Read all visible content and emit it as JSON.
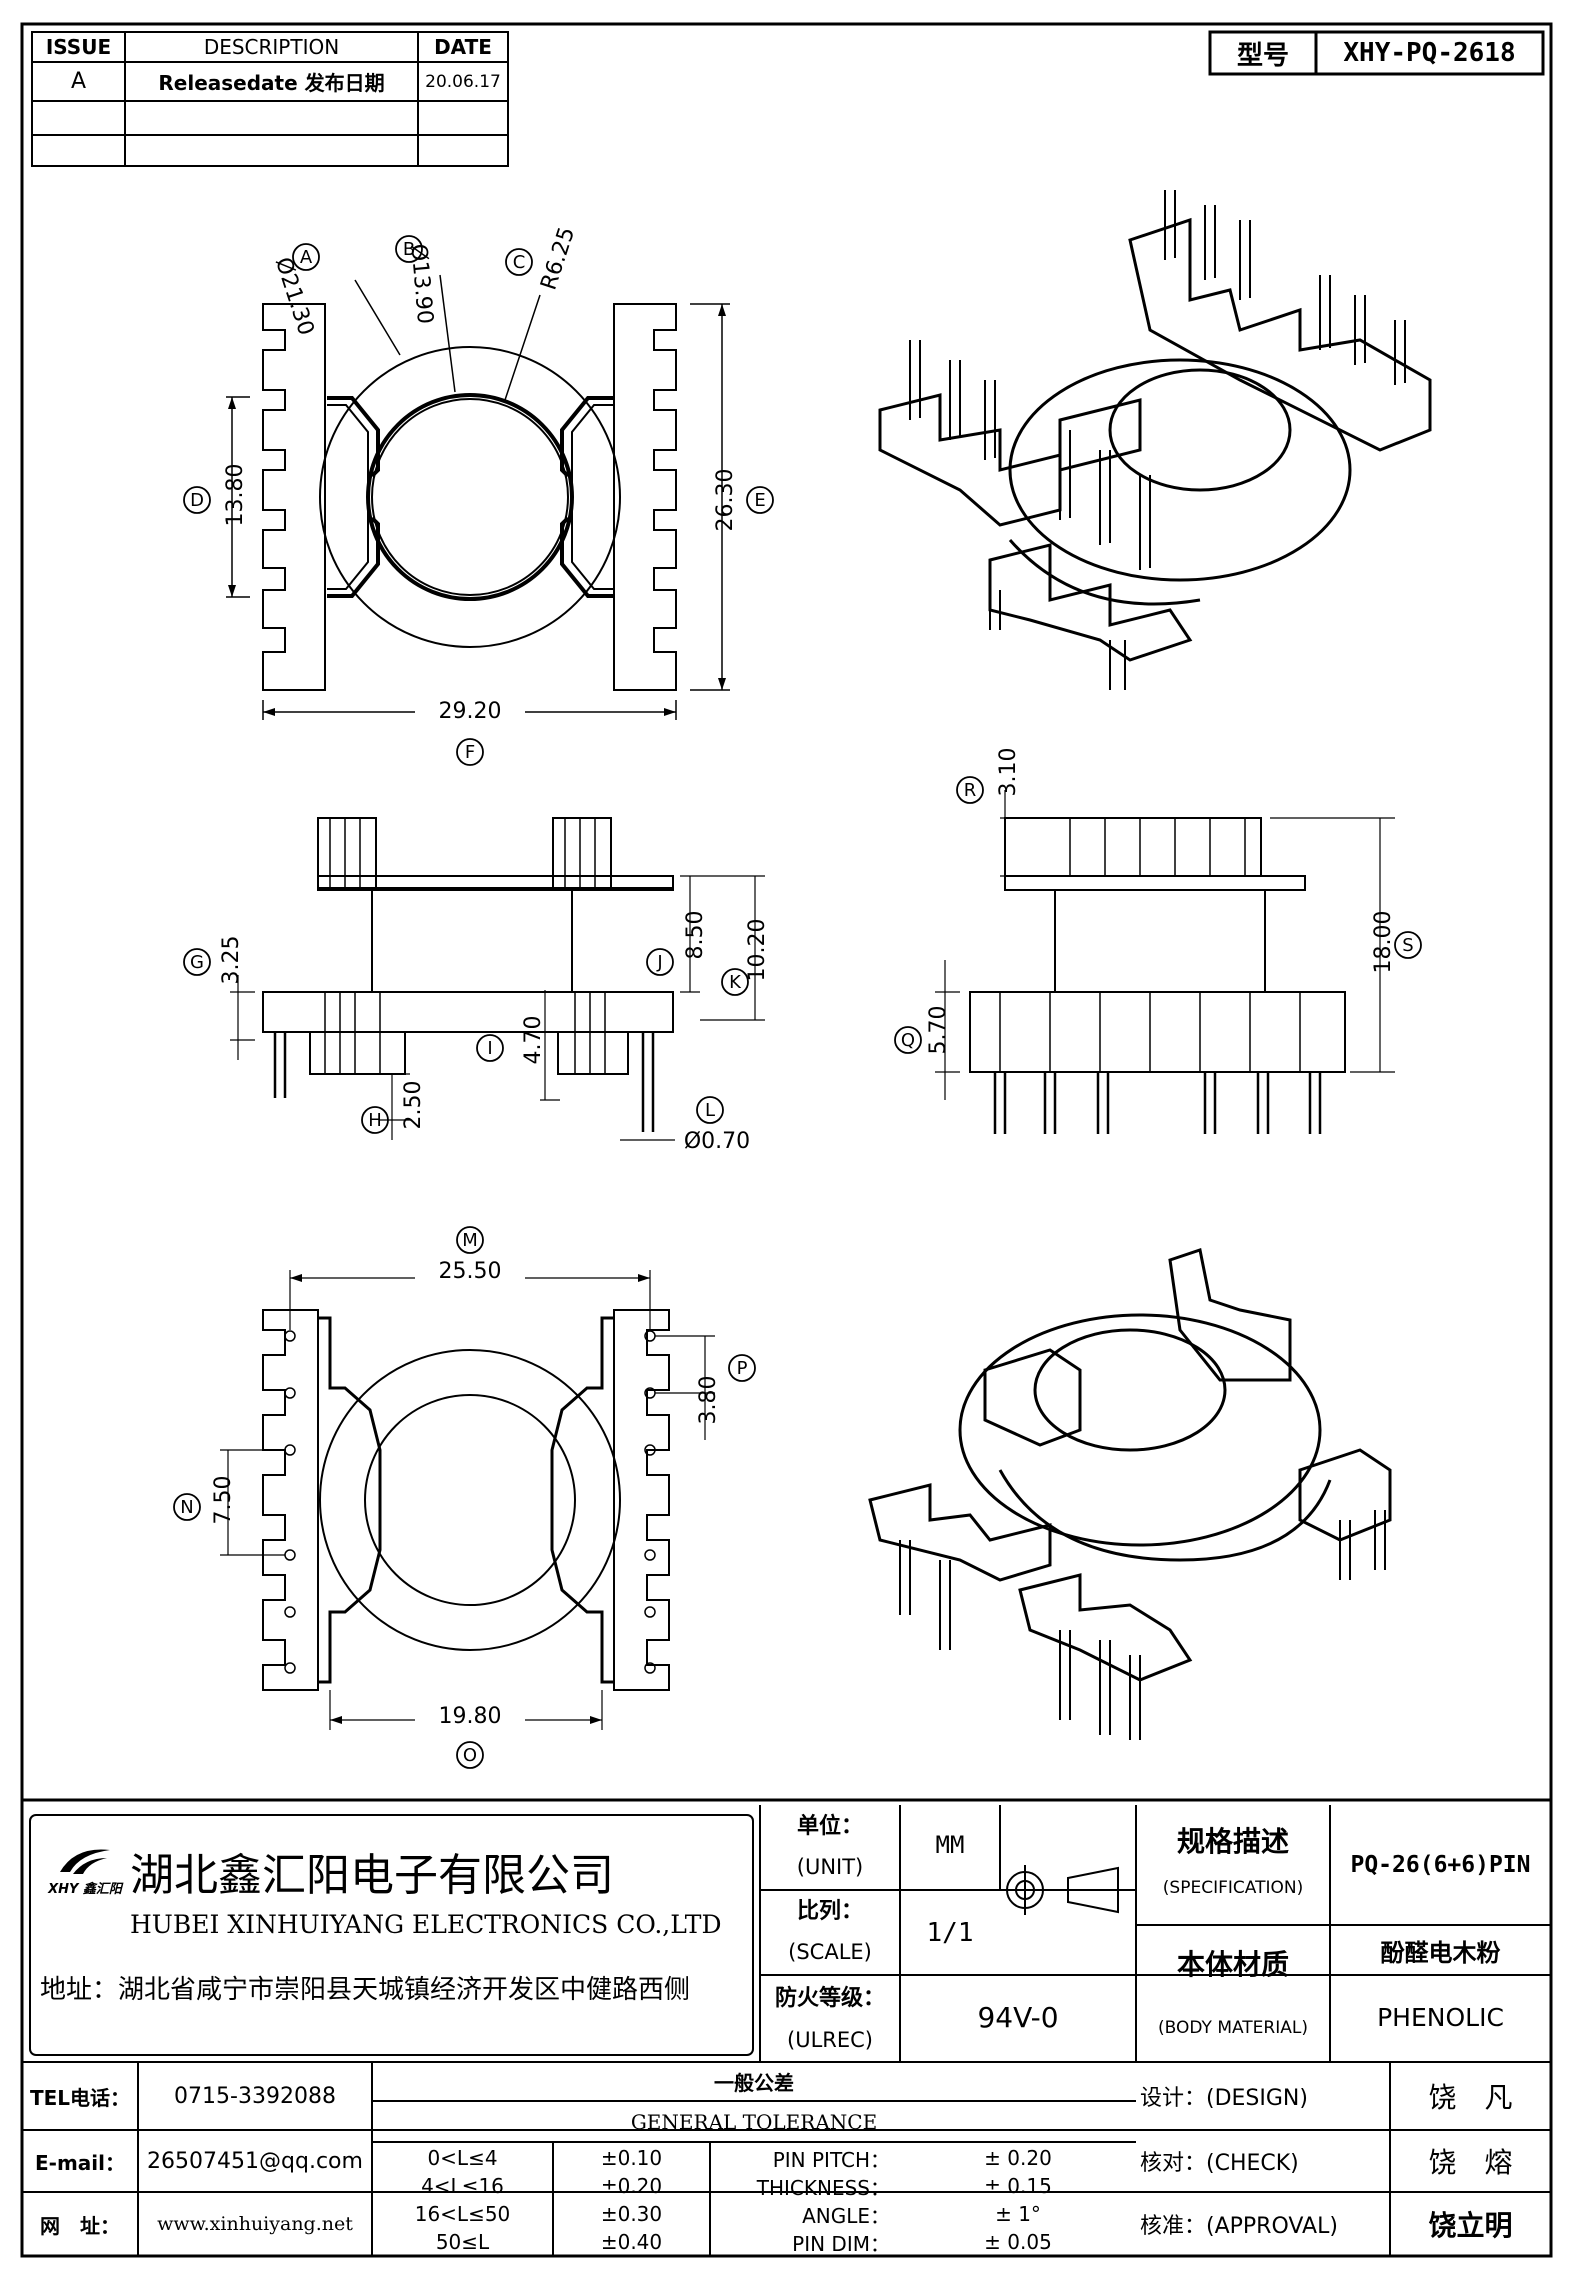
{
  "revision_table": {
    "headers": {
      "issue": "ISSUE",
      "description": "DESCRIPTION",
      "date": "DATE"
    },
    "rows": [
      {
        "issue": "A",
        "description": "Releasedate 发布日期",
        "date": "20.06.17"
      },
      {
        "issue": "",
        "description": "",
        "date": ""
      },
      {
        "issue": "",
        "description": "",
        "date": ""
      }
    ]
  },
  "model": {
    "label": "型号",
    "value": "XHY-PQ-2618"
  },
  "dimensions": {
    "A": {
      "tag": "A",
      "value": "Ø21.30"
    },
    "B": {
      "tag": "B",
      "value": "Ø13.90"
    },
    "C": {
      "tag": "C",
      "value": "R6.25"
    },
    "D": {
      "tag": "D",
      "value": "13.80"
    },
    "E": {
      "tag": "E",
      "value": "26.30"
    },
    "F": {
      "tag": "F",
      "value": "29.20"
    },
    "G": {
      "tag": "G",
      "value": "3.25"
    },
    "H": {
      "tag": "H",
      "value": "2.50"
    },
    "I": {
      "tag": "I",
      "value": "4.70"
    },
    "J": {
      "tag": "J",
      "value": "8.50"
    },
    "K": {
      "tag": "K",
      "value": "10.20"
    },
    "L": {
      "tag": "L",
      "value": "Ø0.70"
    },
    "M": {
      "tag": "M",
      "value": "25.50"
    },
    "N": {
      "tag": "N",
      "value": "7.50"
    },
    "O": {
      "tag": "O",
      "value": "19.80"
    },
    "P": {
      "tag": "P",
      "value": "3.80"
    },
    "Q": {
      "tag": "Q",
      "value": "5.70"
    },
    "R": {
      "tag": "R",
      "value": "3.10"
    },
    "S": {
      "tag": "S",
      "value": "18.00"
    }
  },
  "company": {
    "name_cn": "湖北鑫汇阳电子有限公司",
    "name_en": "HUBEI XINHUIYANG ELECTRONICS CO.,LTD",
    "logo_text": "XHY 鑫汇阳",
    "address": "地址：湖北省咸宁市崇阳县天城镇经济开发区中健路西侧"
  },
  "title_block": {
    "unit_label": "单位：",
    "unit_label_en": "(UNIT)",
    "unit_value": "MM",
    "scale_label": "比列：",
    "scale_label_en": "(SCALE)",
    "scale_value": "1/1",
    "fire_label": "防火等级：",
    "fire_label_en": "(ULREC)",
    "fire_value": "94V-0",
    "spec_label": "规格描述",
    "spec_label_en": "(SPECIFICATION)",
    "spec_value": "PQ-26(6+6)PIN",
    "material_label": "本体材质",
    "material_label_en": "(BODY MATERIAL)",
    "material_value_cn": "酚醛电木粉",
    "material_value_en": "PHENOLIC"
  },
  "contact": {
    "tel_label": "TEL电话：",
    "tel": "0715-3392088",
    "email_label": "E-mail：",
    "email": "26507451@qq.com",
    "web_label": "网　址：",
    "web": "www.xinhuiyang.net"
  },
  "tolerance": {
    "title_cn": "一般公差",
    "title_en": "GENERAL TOLERANCE",
    "rows": [
      {
        "range": "0<L≤4",
        "tol": "±0.10",
        "item": "PIN PITCH：",
        "val": "±  0.20"
      },
      {
        "range": "4<L≤16",
        "tol": "±0.20",
        "item": "THICKNESS：",
        "val": "±  0.15"
      },
      {
        "range": "16<L≤50",
        "tol": "±0.30",
        "item": "ANGLE：",
        "val": "±  1°"
      },
      {
        "range": "50≤L",
        "tol": "±0.40",
        "item": "PIN DIM：",
        "val": "±  0.05"
      }
    ]
  },
  "approval": {
    "design_label": "设计：(DESIGN)",
    "design_name": "饶　凡",
    "check_label": "核对：(CHECK)",
    "check_name": "饶　熔",
    "approval_label": "核准：(APPROVAL)",
    "approval_name": "饶立明"
  }
}
